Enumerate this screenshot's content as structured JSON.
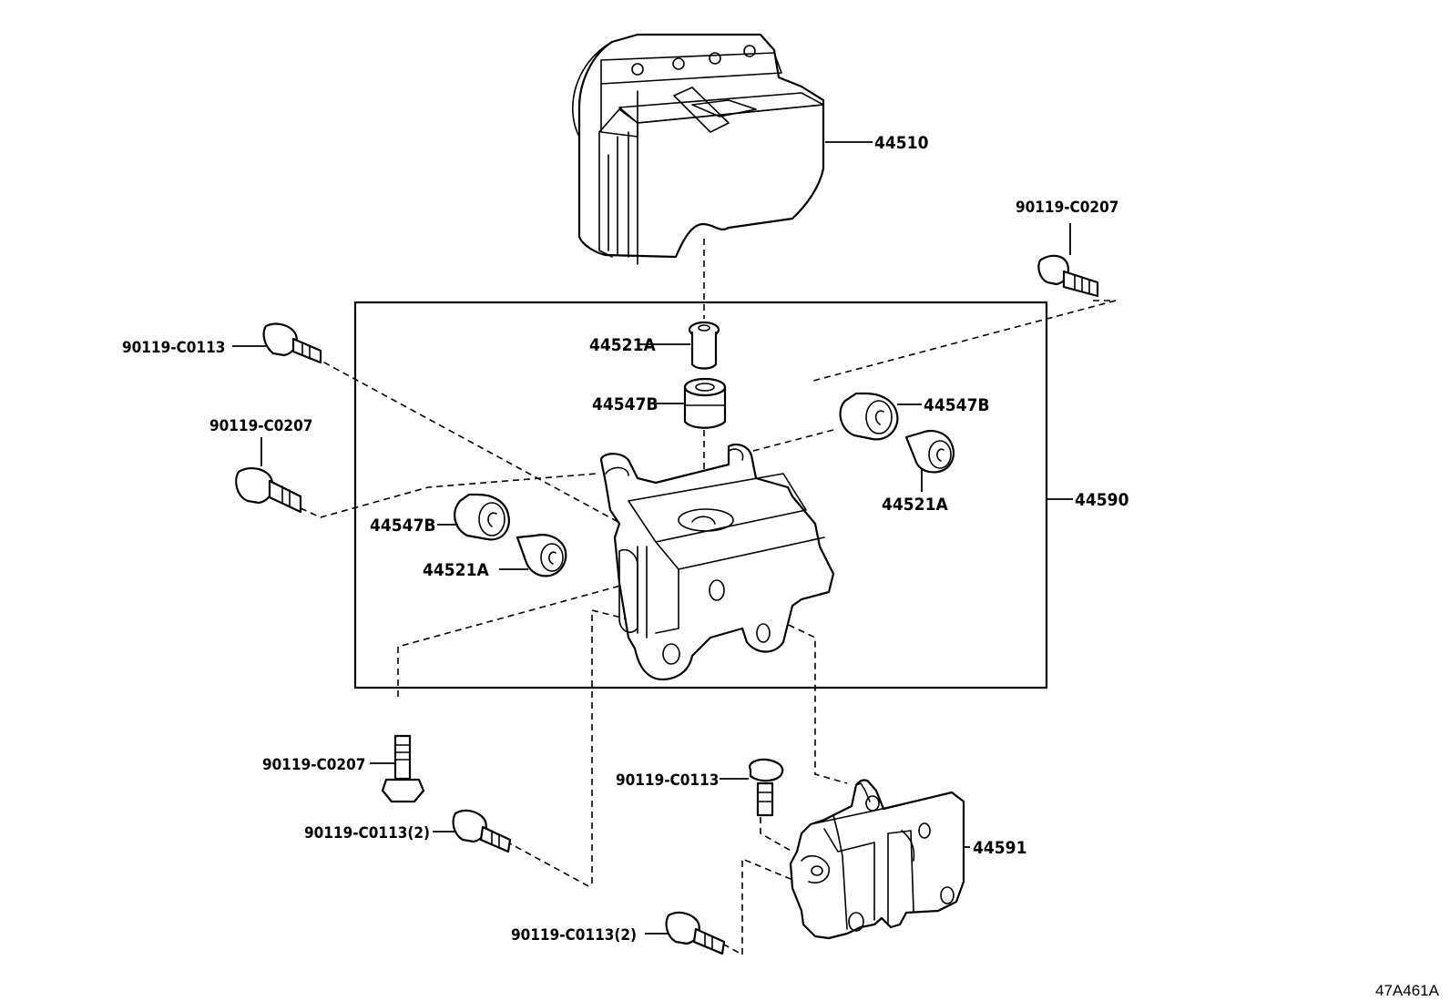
{
  "diagram_code": "47A461A",
  "labels": {
    "actuator": "44510",
    "bracket_assy": "44590",
    "lower_bracket": "44591",
    "bolt_top_right": "90119-C0207",
    "bolt_left_upper": "90119-C0113",
    "bolt_left_mid": "90119-C0207",
    "collar_center": "44521A",
    "cushion_center": "44547B",
    "cushion_right": "44547B",
    "collar_right": "44521A",
    "cushion_left": "44547B",
    "collar_left": "44521A",
    "bolt_bottom_left": "90119-C0207",
    "bolt_bottom_center": "90119-C0113",
    "bolt_bottom_left2": "90119-C0113(2)",
    "bolt_bottom_center2": "90119-C0113(2)"
  }
}
